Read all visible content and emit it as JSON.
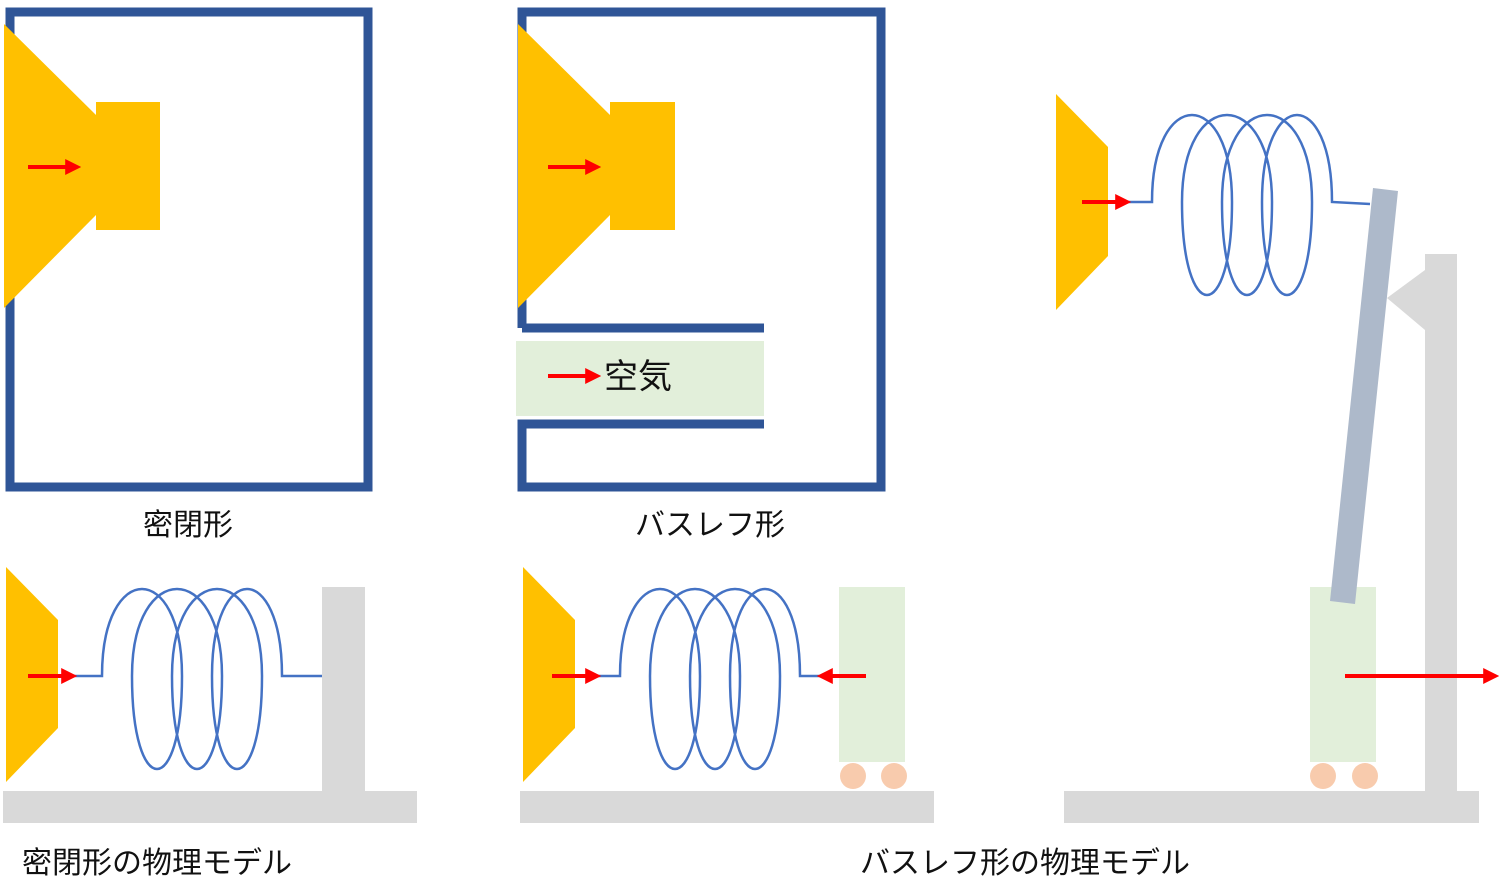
{
  "labels": {
    "sealed": "密閉形",
    "bassreflex": "バスレフ形",
    "air": "空気",
    "sealed_model": "密閉形の物理モデル",
    "bassreflex_model": "バスレフ形の物理モデル"
  },
  "colors": {
    "speaker": "#FFC000",
    "cabinet": "#2F5597",
    "arrow": "#FF0000",
    "spring": "#4472C4",
    "air_mass": "#E2EFDA",
    "wall": "#D9D9D9",
    "lever": "#ADB9CA",
    "roller": "#F8CBAD"
  }
}
